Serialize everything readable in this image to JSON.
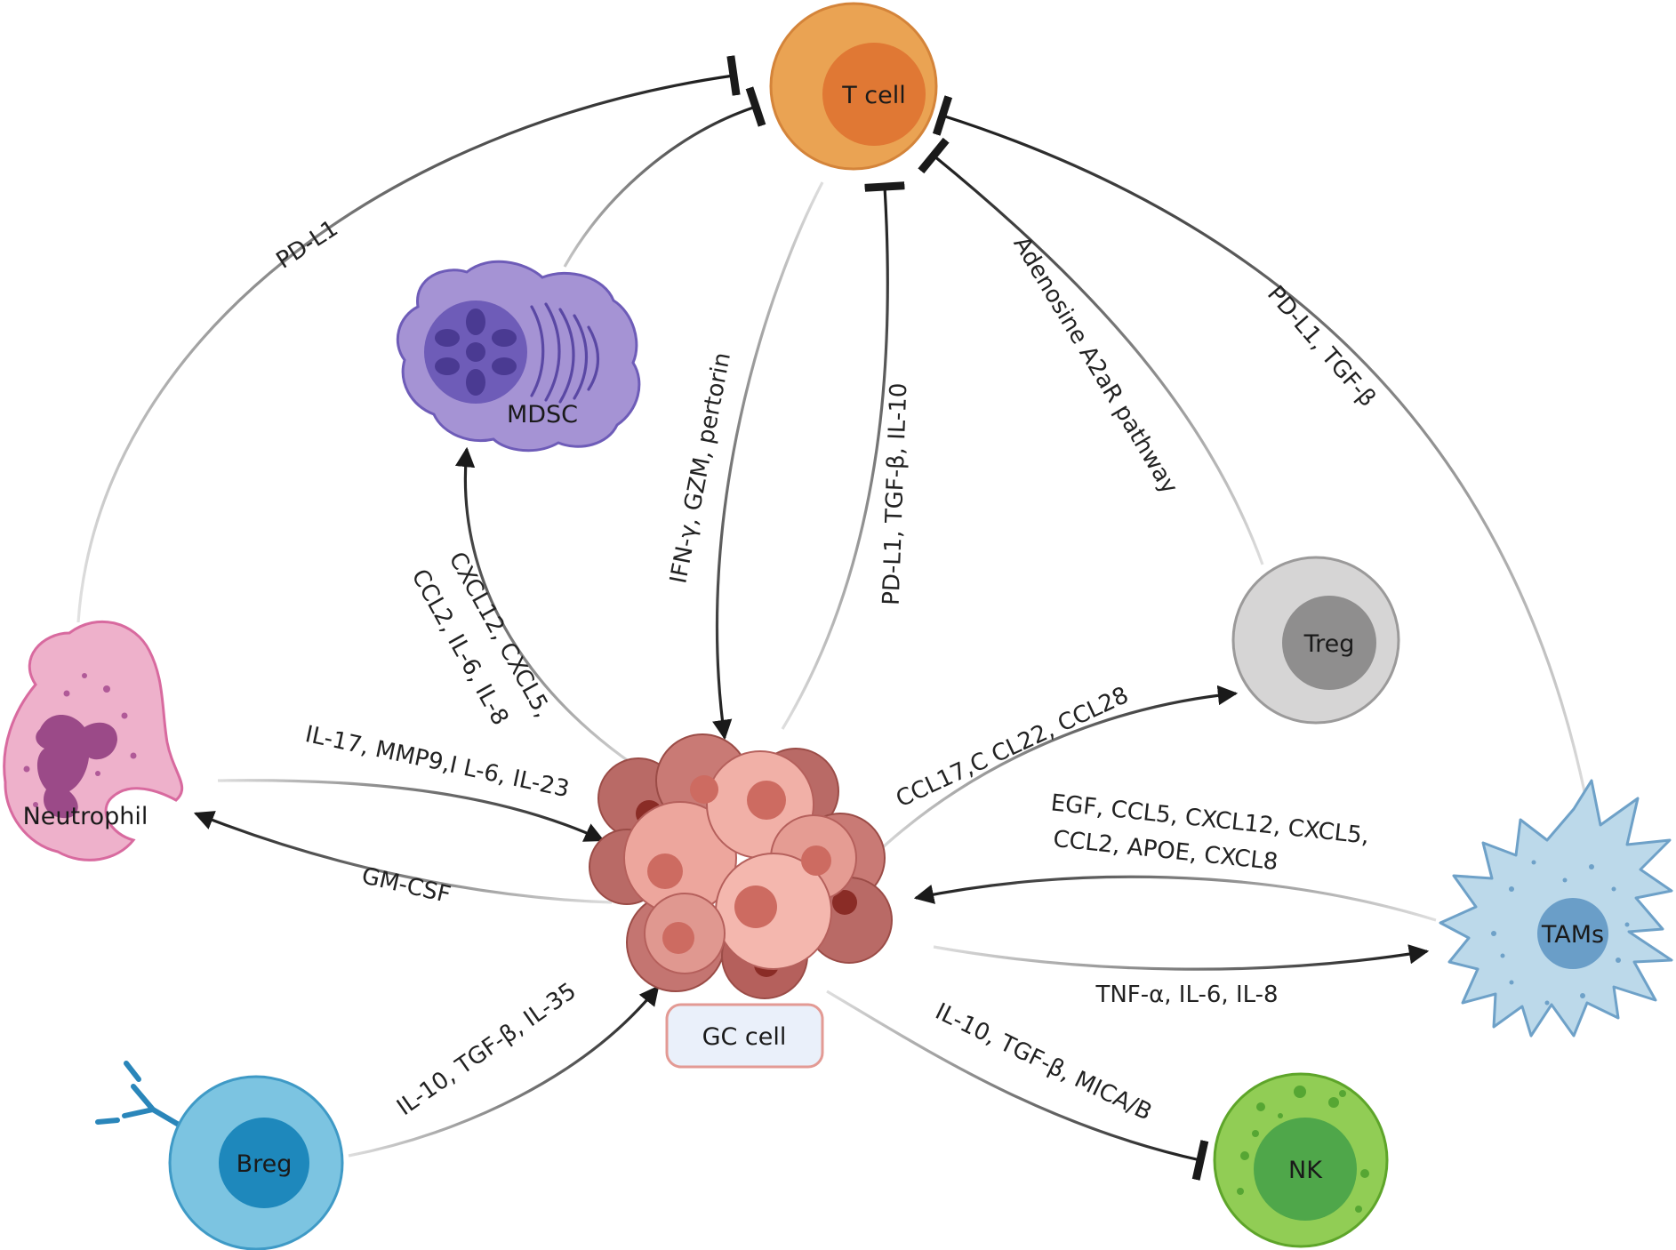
{
  "cells": {
    "t_cell": "T cell",
    "mdsc": "MDSC",
    "treg": "Treg",
    "neutrophil": "Neutrophil",
    "gc_cell": "GC cell",
    "tams": "TAMs",
    "breg": "Breg",
    "nk": "NK"
  },
  "edges": {
    "neutrophil_t": "PD-L1",
    "gc_t_down": "IFN-γ, GZM, pertorin",
    "gc_t_up": "PD-L1, TGF-β, IL-10",
    "treg_t": "Adenosine A2aR pathway",
    "tams_t": "PD-L1, TGF-β",
    "gc_mdsc_line1": "CXCL12, CXCL5,",
    "gc_mdsc_line2": "CCL2, IL-6, IL-8",
    "neutrophil_gc": "IL-17, MMP9,I L-6, IL-23",
    "gc_neutrophil": "GM-CSF",
    "gc_treg": "CCL17,C CL22, CCL28",
    "tams_gc_line1": "EGF, CCL5, CXCL12, CXCL5,",
    "tams_gc_line2": "CCL2, APOE, CXCL8",
    "gc_tams": "TNF-α, IL-6, IL-8",
    "breg_gc": "IL-10, TGF-β, IL-35",
    "gc_nk": "IL-10, TGF-β, MICA/B"
  },
  "colors": {
    "t_cell": "#eaa353",
    "mdsc": "#a593d4",
    "treg": "#d6d5d5",
    "neutrophil": "#eeb1cb",
    "tumor": "#d98d85",
    "tams": "#bcd9ea",
    "breg": "#7cc4e1",
    "nk": "#91cd55",
    "arrow": "#1a1a1a"
  }
}
